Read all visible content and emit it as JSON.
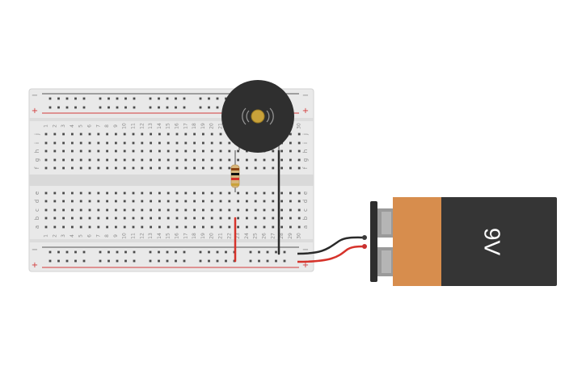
{
  "breadboard": {
    "columns": 30,
    "column_numbers": [
      "1",
      "2",
      "3",
      "4",
      "5",
      "6",
      "7",
      "8",
      "9",
      "10",
      "11",
      "12",
      "13",
      "14",
      "15",
      "16",
      "17",
      "18",
      "19",
      "20",
      "21",
      "22",
      "23",
      "24",
      "25",
      "26",
      "27",
      "28",
      "29",
      "30"
    ],
    "rows_top": [
      "j",
      "i",
      "h",
      "g",
      "f"
    ],
    "rows_bottom": [
      "e",
      "d",
      "c",
      "b",
      "a"
    ],
    "rail_minus": "−",
    "rail_plus": "+",
    "colors": {
      "body": "#e9e9e9",
      "hole": "#4a4a4a",
      "rail_red": "#d33a3a",
      "rail_dark": "#555555"
    }
  },
  "buzzer": {
    "name": "Piezo buzzer",
    "color": "#2f2f2f",
    "center_color": "#c9a23a"
  },
  "resistor": {
    "name": "Resistor",
    "band_colors": [
      "#8b4513",
      "#111111",
      "#d6332b",
      "#c9a23a"
    ]
  },
  "battery": {
    "label": "9V",
    "colors": {
      "body": "#353535",
      "sleeve": "#d78d4d",
      "terminals": "#9a9a9a"
    }
  },
  "wires": {
    "positive_color": "#d6332b",
    "negative_color": "#2a2a2a"
  }
}
